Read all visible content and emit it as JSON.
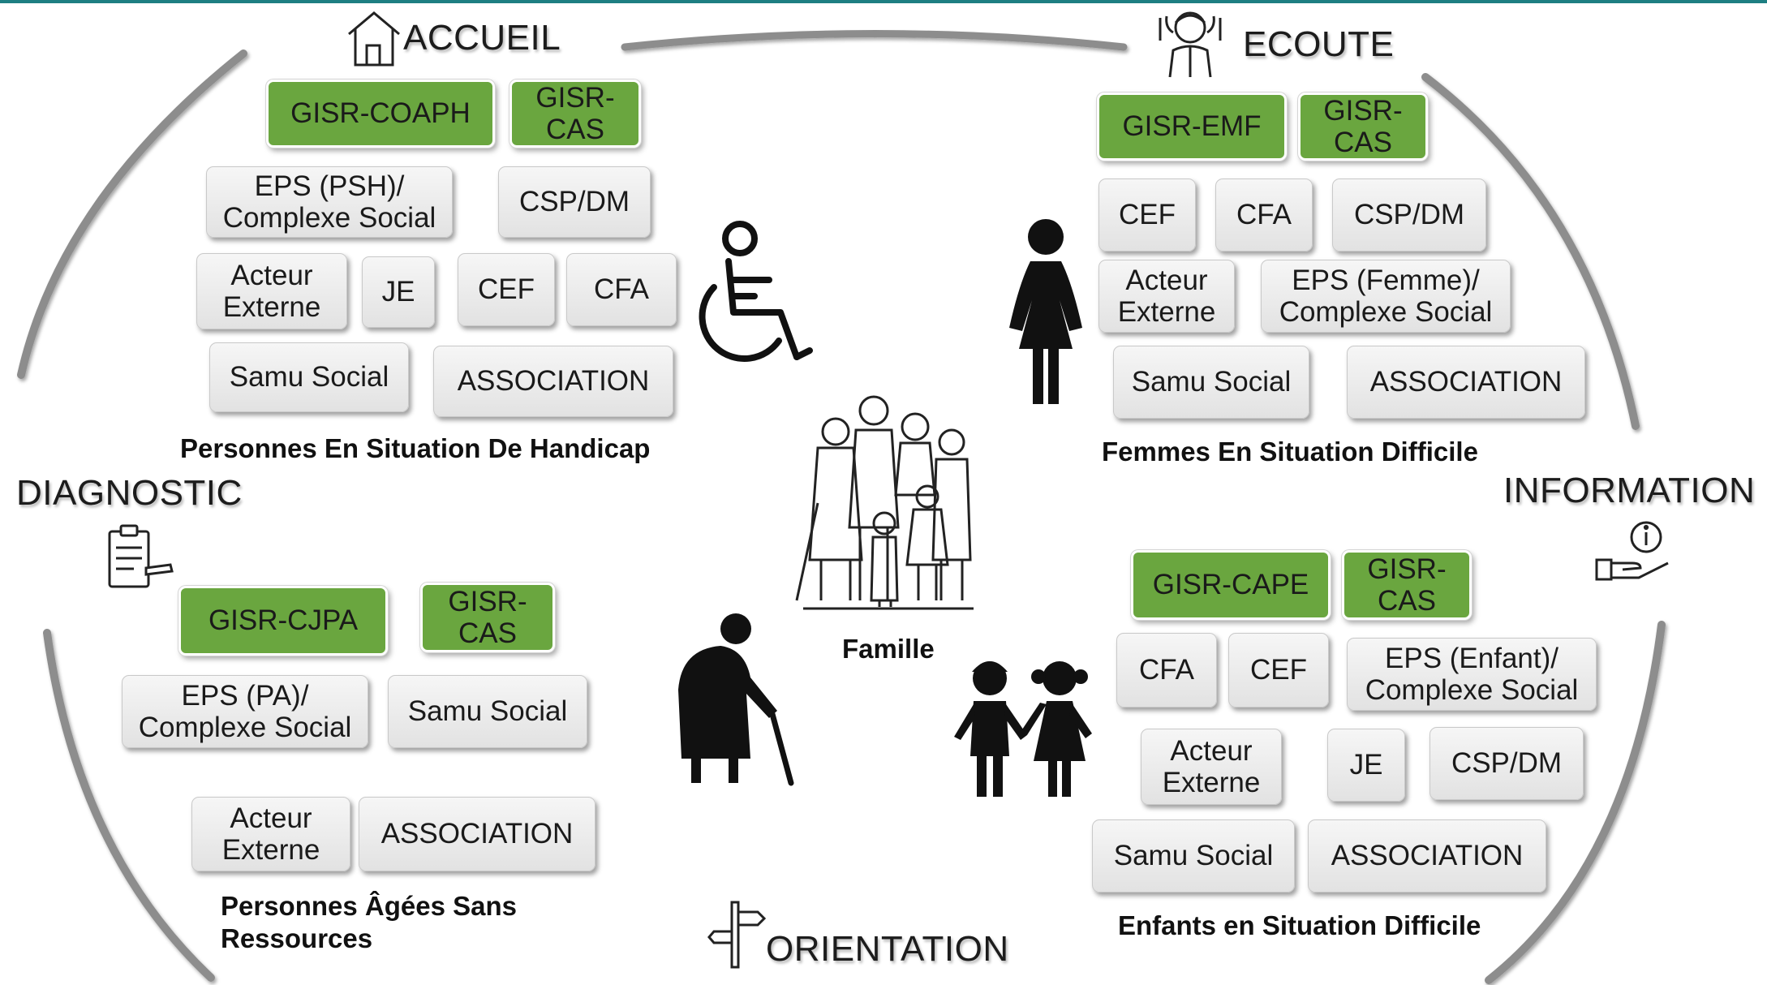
{
  "colors": {
    "accent": "#6aa63f",
    "top_line": "#1e7f82",
    "arc": "#8d8d8d"
  },
  "stage_labels": {
    "accueil": "ACCUEIL",
    "ecoute": "ECOUTE",
    "diagnostic": "DIAGNOSTIC",
    "information": "INFORMATION",
    "orientation": "ORIENTATION"
  },
  "center": {
    "label": "Famille"
  },
  "groups": {
    "handicap": {
      "caption": "Personnes En Situation De Handicap",
      "boxes": [
        "GISR-COAPH",
        "GISR-\nCAS",
        "EPS (PSH)/\nComplexe Social",
        "CSP/DM",
        "Acteur\nExterne",
        "JE",
        "CEF",
        "CFA",
        "Samu Social",
        "ASSOCIATION"
      ]
    },
    "femmes": {
      "caption": "Femmes En Situation Difficile",
      "boxes": [
        "GISR-EMF",
        "GISR-\nCAS",
        "CEF",
        "CFA",
        "CSP/DM",
        "Acteur\nExterne",
        "EPS (Femme)/\nComplexe Social",
        "Samu Social",
        "ASSOCIATION"
      ]
    },
    "agees": {
      "caption": "Personnes Âgées Sans\nRessources",
      "boxes": [
        "GISR-CJPA",
        "GISR-\nCAS",
        "EPS (PA)/\nComplexe Social",
        "Samu Social",
        "Acteur\nExterne",
        "ASSOCIATION"
      ]
    },
    "enfants": {
      "caption": "Enfants en Situation Difficile",
      "boxes": [
        "GISR-CAPE",
        "GISR-\nCAS",
        "CFA",
        "CEF",
        "EPS (Enfant)/\nComplexe Social",
        "Acteur\nExterne",
        "JE",
        "CSP/DM",
        "Samu Social",
        "ASSOCIATION"
      ]
    }
  },
  "icons": [
    "house-icon",
    "listening-person-icon",
    "clipboard-icon",
    "info-hand-icon",
    "signpost-icon",
    "wheelchair-person-icon",
    "woman-icon",
    "family-icon",
    "elderly-person-icon",
    "children-icon"
  ]
}
